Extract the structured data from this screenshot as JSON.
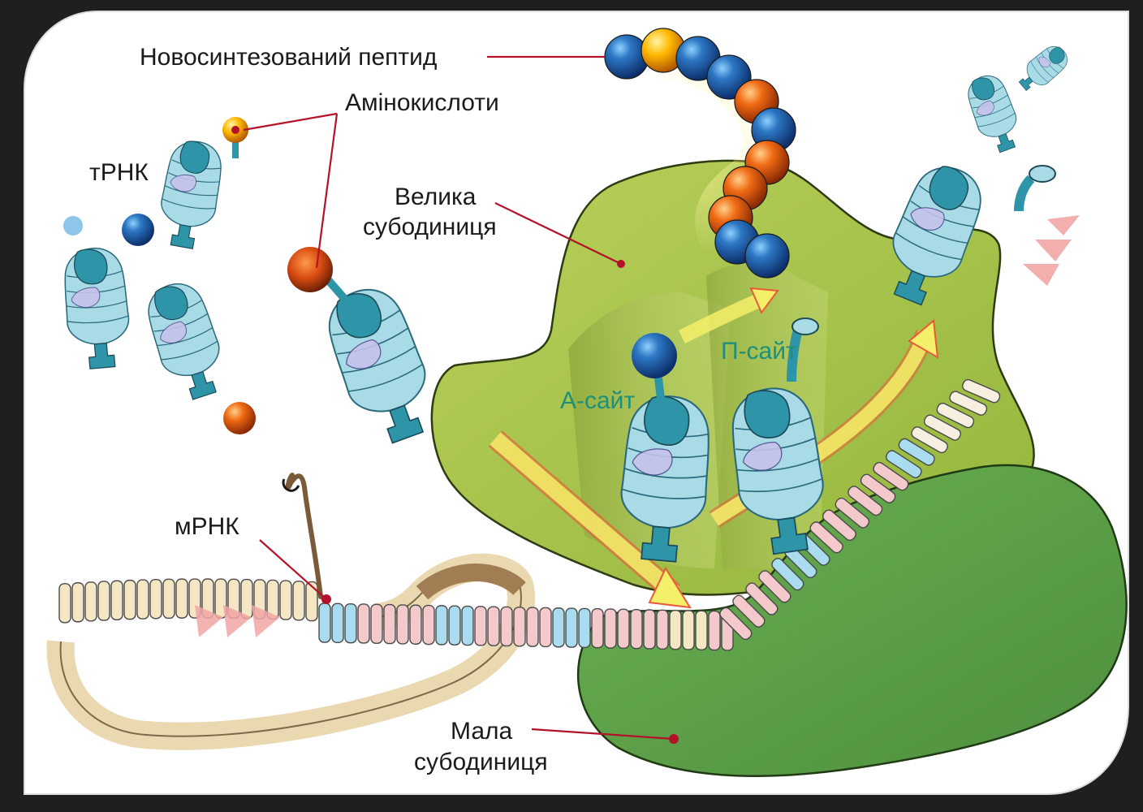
{
  "labels": {
    "peptide": "Новосинтезований пептид",
    "amino_acids": "Амінокислоти",
    "trna": "тРНК",
    "large_subunit_1": "Велика",
    "large_subunit_2": "субодиниця",
    "mrna": "мРНК",
    "small_subunit_1": "Мала",
    "small_subunit_2": "субодиниця",
    "a_site": "А-сайт",
    "p_site": "П-сайт"
  },
  "colors": {
    "background_frame": "#1f1f1f",
    "panel": "#ffffff",
    "large_subunit": "#a9c44a",
    "small_subunit": "#5fa24a",
    "trna_teal": "#2e94a8",
    "trna_light": "#a9dbe6",
    "mrna_cream": "#f5e6c4",
    "mrna_pink": "#f3c9cc",
    "mrna_blue": "#a8dcee",
    "arrow_yellow": "#f4f06a",
    "leader_red": "#b3122a",
    "site_text": "#1d8f7a"
  },
  "icons": {
    "amino_acid_blue": "blue-sphere",
    "amino_acid_orange": "orange-sphere",
    "amino_acid_yellow": "yellow-sphere"
  }
}
